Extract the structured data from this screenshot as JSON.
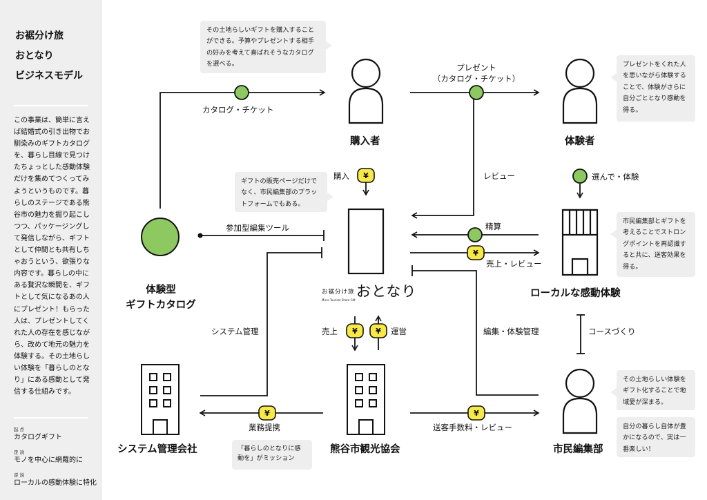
{
  "sidebar": {
    "title_lines": [
      "お裾分け旅",
      "おとなり",
      "ビジネスモデル"
    ],
    "description": "この事業は、簡単に言えば結婚式の引き出物でお馴染みのギフトカタログを、暮らし目線で見つけたちょっとした感動体験だけを集めてつくってみようというものです。暮らしのステージである熊谷市の魅力を掘り起こしつつ、パッケージングして発信しながら、ギフトとして仲間とも共有しちゃおうという、欲張りな内容です。暮らしの中にある贅沢な瞬間を、ギフトとして気になるあの人にプレゼント！もらった人は、プレゼントしてくれた人の存在を感じながら、改めて地元の魅力を体験する。その土地らしい体験を「暮らしのとなり」にある感動として発信する仕組みです。",
    "legend": [
      {
        "tag": "起 点",
        "text": "カタログギフト"
      },
      {
        "tag": "定 説",
        "text": "モノを中心に網羅的に"
      },
      {
        "tag": "逆 説",
        "text": "ローカルの感動体験に特化"
      }
    ]
  },
  "nodes": {
    "buyer": "購入者",
    "experiencer": "体験者",
    "gift_catalog": [
      "体験型",
      "ギフトカタログ"
    ],
    "local_experience": "ローカルな感動体験",
    "system_company": "システム管理会社",
    "tourism_association": "熊谷市観光協会",
    "citizen_editors": "市民編集部"
  },
  "logo": {
    "small": "お裾分け旅",
    "main": "おとなり",
    "sub": "Micro Tourism Share Gift"
  },
  "bubbles": {
    "top_left": "その土地らしいギフトを購入することができる。予算やプレゼントする相手の好みを考えて喜ばれそうなカタログを選べる。",
    "top_right": "プレゼントをくれた人を思いながら体験することで、体験がさらに自分ごととなり感動を得る。",
    "platform": "ギフトの販売ページだけでなく、市民編集部のプラットフォームでもある。",
    "local": "市民編集部とギフトを考えることでストロングポイントを再認識すると共に、送客効果を得る。",
    "citizen1": "その土地らしい体験をギフト化することで地域愛が深まる。",
    "citizen2": "自分の暮らし自体が豊かになるので、実は一番楽しい！",
    "mission": "「暮らしのとなりに感動を」がミッション"
  },
  "labels": {
    "catalog_ticket": "カタログ・チケット",
    "present_line1": "プレゼント",
    "present_line2": "（カタログ・チケット）",
    "purchase": "購入",
    "review": "レビュー",
    "choose_experience": "選んで・体験",
    "participatory_tool": "参加型編集ツール",
    "settlement": "精算",
    "sales_review": "売上・レビュー",
    "system_management": "システム管理",
    "sales": "売上",
    "operation": "運営",
    "edit_experience_mgmt": "編集・体験管理",
    "course_making": "コースづくり",
    "business_partnership": "業務提携",
    "fee_review": "送客手数料・レビュー",
    "yen": "¥"
  },
  "colors": {
    "green": "#8dc860",
    "yellow": "#f7e948",
    "sidebar_bg": "#efefef",
    "bubble_bg": "#eeeeee"
  }
}
